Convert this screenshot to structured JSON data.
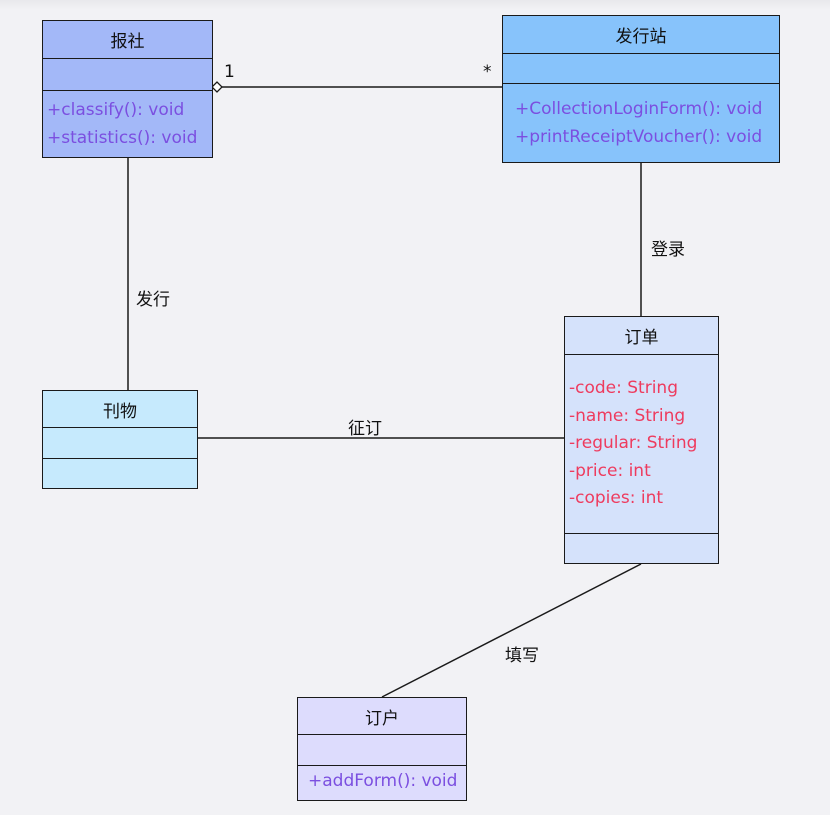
{
  "classes": {
    "baoshe": {
      "name": "报社",
      "attributes": [],
      "operations": [
        "+classify(): void",
        "+statistics(): void"
      ],
      "fill": "#a3b8f8"
    },
    "faxingzhan": {
      "name": "发行站",
      "attributes": [],
      "operations": [
        "+CollectionLoginForm(): void",
        "+printReceiptVoucher(): void"
      ],
      "fill": "#87c3fb"
    },
    "kanwu": {
      "name": "刊物",
      "attributes": [],
      "operations": [],
      "fill": "#c6eafd"
    },
    "dingdan": {
      "name": "订单",
      "attributes": [
        "-code: String",
        "-name: String",
        "-regular: String",
        "-price: int",
        "-copies: int"
      ],
      "operations": [],
      "fill": "#d5e2fb"
    },
    "dinghu": {
      "name": "订户",
      "attributes": [],
      "operations": [
        "+addForm(): void"
      ],
      "fill": "#dddcfd"
    }
  },
  "relations": {
    "baoshe_faxingzhan": {
      "mult_left": "1",
      "mult_right": "*",
      "kind": "aggregation"
    },
    "baoshe_kanwu": {
      "label": "发行"
    },
    "faxingzhan_dingdan": {
      "label": "登录"
    },
    "kanwu_dingdan": {
      "label": "征订"
    },
    "dingdan_dinghu": {
      "label": "填写"
    }
  },
  "colors": {
    "operation_text": "#7b4fe0",
    "attribute_text": "#ee3b5e",
    "line": "#1a1a1a",
    "background": "#f2f2f5"
  }
}
